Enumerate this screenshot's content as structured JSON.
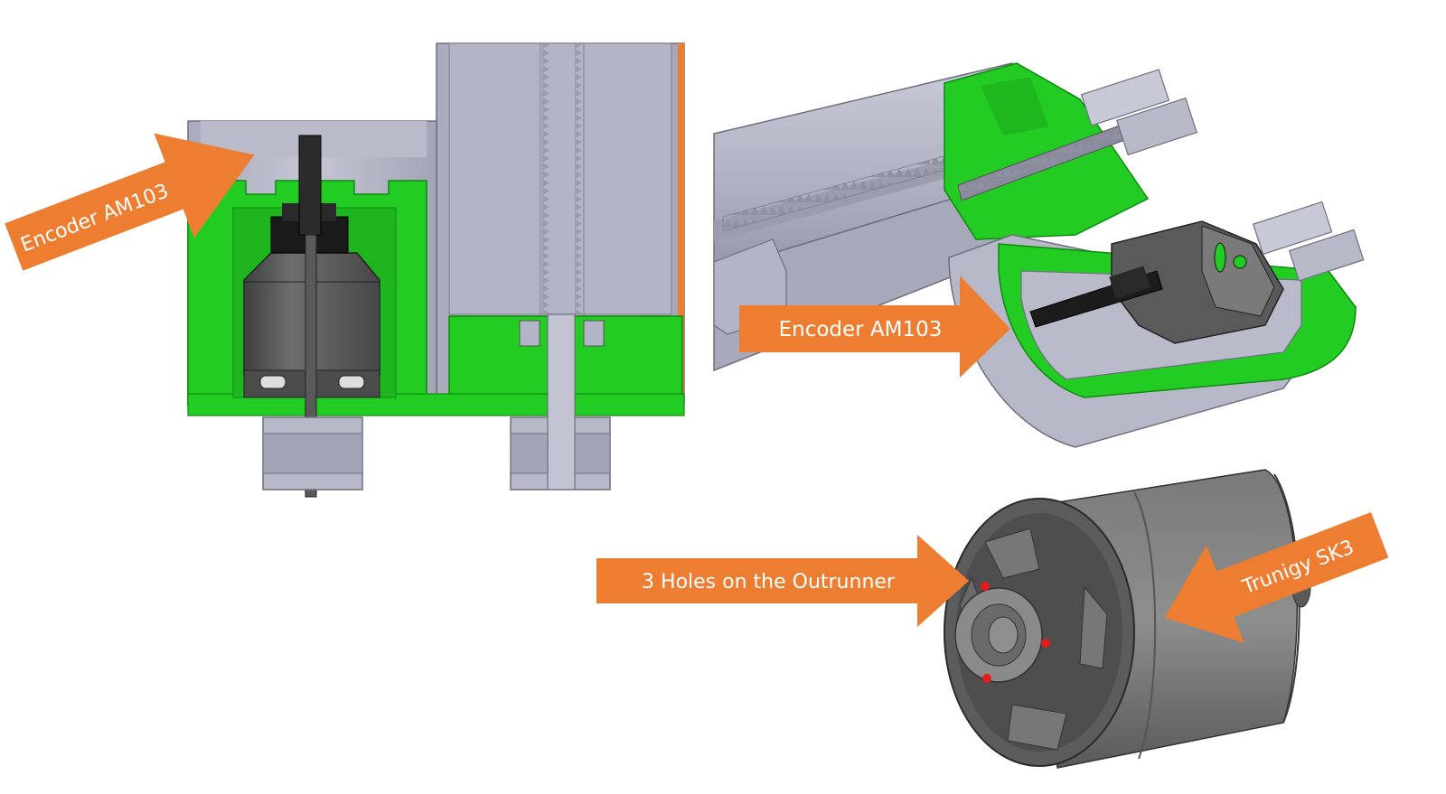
{
  "callouts": {
    "encoder_left": "Encoder AM103",
    "encoder_right": "Encoder AM103",
    "outrunner_holes": "3 Holes on the Outrunner",
    "motor_model": "Trunigy SK3"
  },
  "colors": {
    "arrow": "#ED7D31",
    "printed_part": "#22CC22",
    "housing": "#B7B9C9",
    "motor": "#5E5E5E"
  }
}
